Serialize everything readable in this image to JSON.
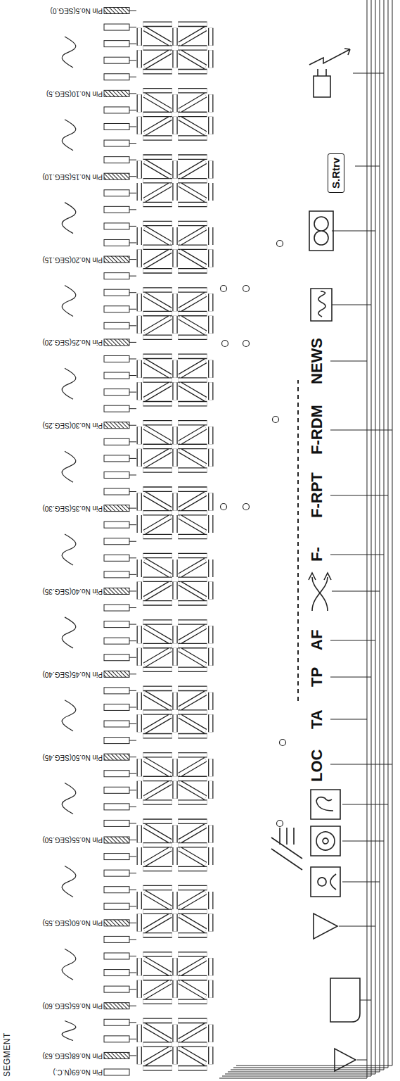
{
  "diagram": {
    "title": "SEGMENT",
    "labels": [
      "Pin No.5(SEG.0)",
      "Pin No.10(SEG.5)",
      "Pin No.15(SEG.10)",
      "Pin No.20(SEG.15)",
      "Pin No.25(SEG.20)",
      "Pin No.30(SEG.25)",
      "Pin No.35(SEG.30)",
      "Pin No.40(SEG.35)",
      "Pin No.45(SEG.40)",
      "Pin No.50(SEG.45)",
      "Pin No.55(SEG.50)",
      "Pin No.60(SEG.55)",
      "Pin No.65(SEG.60)",
      "Pin No.68(SEG.63)",
      "Pin No.69(N.C.)",
      "LOC",
      "TA",
      "TP",
      "AF",
      "F-",
      "F-RPT",
      "F-RDM",
      "NEWS",
      "S.Rtrv"
    ]
  }
}
